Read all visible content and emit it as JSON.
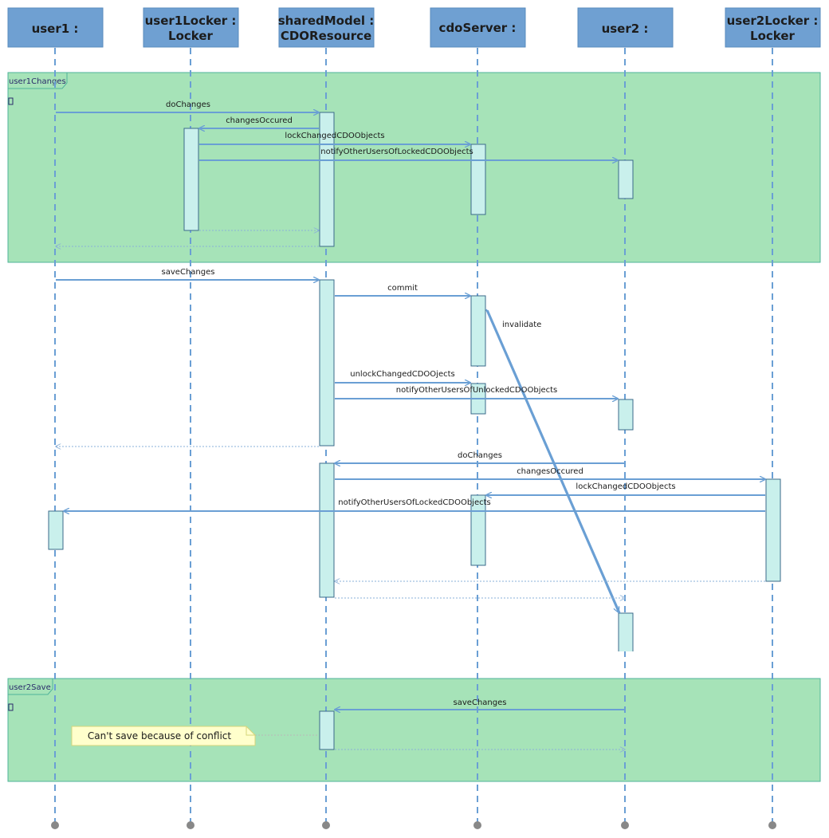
{
  "lifelines": [
    {
      "id": "user1",
      "line1": "user1 :",
      "line2": ""
    },
    {
      "id": "user1Locker",
      "line1": "user1Locker :",
      "line2": "Locker"
    },
    {
      "id": "sharedModel",
      "line1": "sharedModel :",
      "line2": "CDOResource"
    },
    {
      "id": "cdoServer",
      "line1": "cdoServer :",
      "line2": ""
    },
    {
      "id": "user2",
      "line1": "user2 :",
      "line2": ""
    },
    {
      "id": "user2Locker",
      "line1": "user2Locker :",
      "line2": "Locker"
    }
  ],
  "fragments": [
    {
      "id": "user1Changes",
      "label": "user1Changes"
    },
    {
      "id": "user2Save",
      "label": "user2Save"
    }
  ],
  "messages": [
    {
      "id": "m1",
      "label": "doChanges"
    },
    {
      "id": "m2",
      "label": "changesOccured"
    },
    {
      "id": "m3",
      "label": "lockChangedCDOObjects"
    },
    {
      "id": "m4",
      "label": "notifyOtherUsersOfLockedCDOObjects"
    },
    {
      "id": "m5",
      "label": "saveChanges"
    },
    {
      "id": "m6",
      "label": "commit"
    },
    {
      "id": "m7",
      "label": "invalidate"
    },
    {
      "id": "m8",
      "label": "unlockChangedCDOOjects"
    },
    {
      "id": "m9",
      "label": "notifyOtherUsersOfUnlockedCDOObjects"
    },
    {
      "id": "m10",
      "label": "doChanges"
    },
    {
      "id": "m11",
      "label": "changesOccured"
    },
    {
      "id": "m12",
      "label": "lockChangedCDOObjects"
    },
    {
      "id": "m13",
      "label": "notifyOtherUsersOfLockedCDOObjects"
    },
    {
      "id": "m14",
      "label": "saveChanges"
    }
  ],
  "note": {
    "text": "Can't save because of conflict"
  },
  "colors": {
    "header_fill": "#6fa0d2",
    "lifeline": "#6a9fd4",
    "fragment_fill": "#a6e3b8",
    "activation_fill": "#c9f0ec",
    "note_fill": "#ffffcc"
  }
}
